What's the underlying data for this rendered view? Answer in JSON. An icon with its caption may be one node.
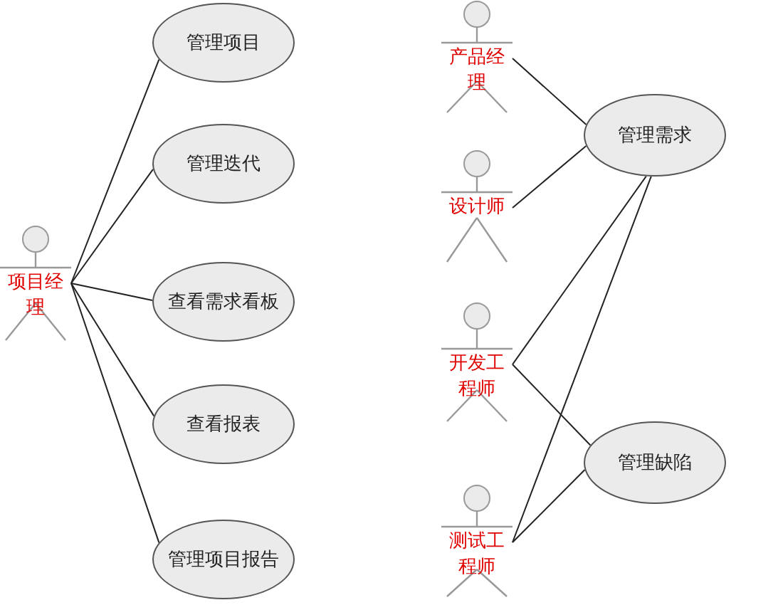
{
  "diagram": {
    "nodes": [
      {
        "text": [
          "项目经理"
        ]
      },
      {
        "text": [
          "管理项目"
        ]
      },
      {
        "text": [
          "管理迭代"
        ]
      },
      {
        "text": [
          "查看需求看板"
        ]
      },
      {
        "text": [
          "查看报表"
        ]
      },
      {
        "text": [
          "管理项目报告"
        ]
      },
      {
        "text": [
          "产品经理"
        ]
      },
      {
        "text": [
          "设计师"
        ]
      },
      {
        "text": [
          "开发工程师"
        ]
      },
      {
        "text": [
          "测试工程师"
        ]
      },
      {
        "text": [
          "管理需求"
        ]
      },
      {
        "text": [
          "管理缺陷"
        ]
      }
    ],
    "edges": [
      {
        "from": 0,
        "to": 1,
        "arrow": "none"
      },
      {
        "from": 0,
        "to": 2,
        "arrow": "none"
      },
      {
        "from": 0,
        "to": 3,
        "arrow": "none"
      },
      {
        "from": 0,
        "to": 4,
        "arrow": "none"
      },
      {
        "from": 0,
        "to": 5,
        "arrow": "none"
      },
      {
        "from": 6,
        "to": 10,
        "arrow": "none"
      },
      {
        "from": 7,
        "to": 10,
        "arrow": "none"
      },
      {
        "from": 8,
        "to": 10,
        "arrow": "none"
      },
      {
        "from": 8,
        "to": 11,
        "arrow": "none"
      },
      {
        "from": 9,
        "to": 10,
        "arrow": "none"
      },
      {
        "from": 9,
        "to": 11,
        "arrow": "none"
      }
    ]
  }
}
